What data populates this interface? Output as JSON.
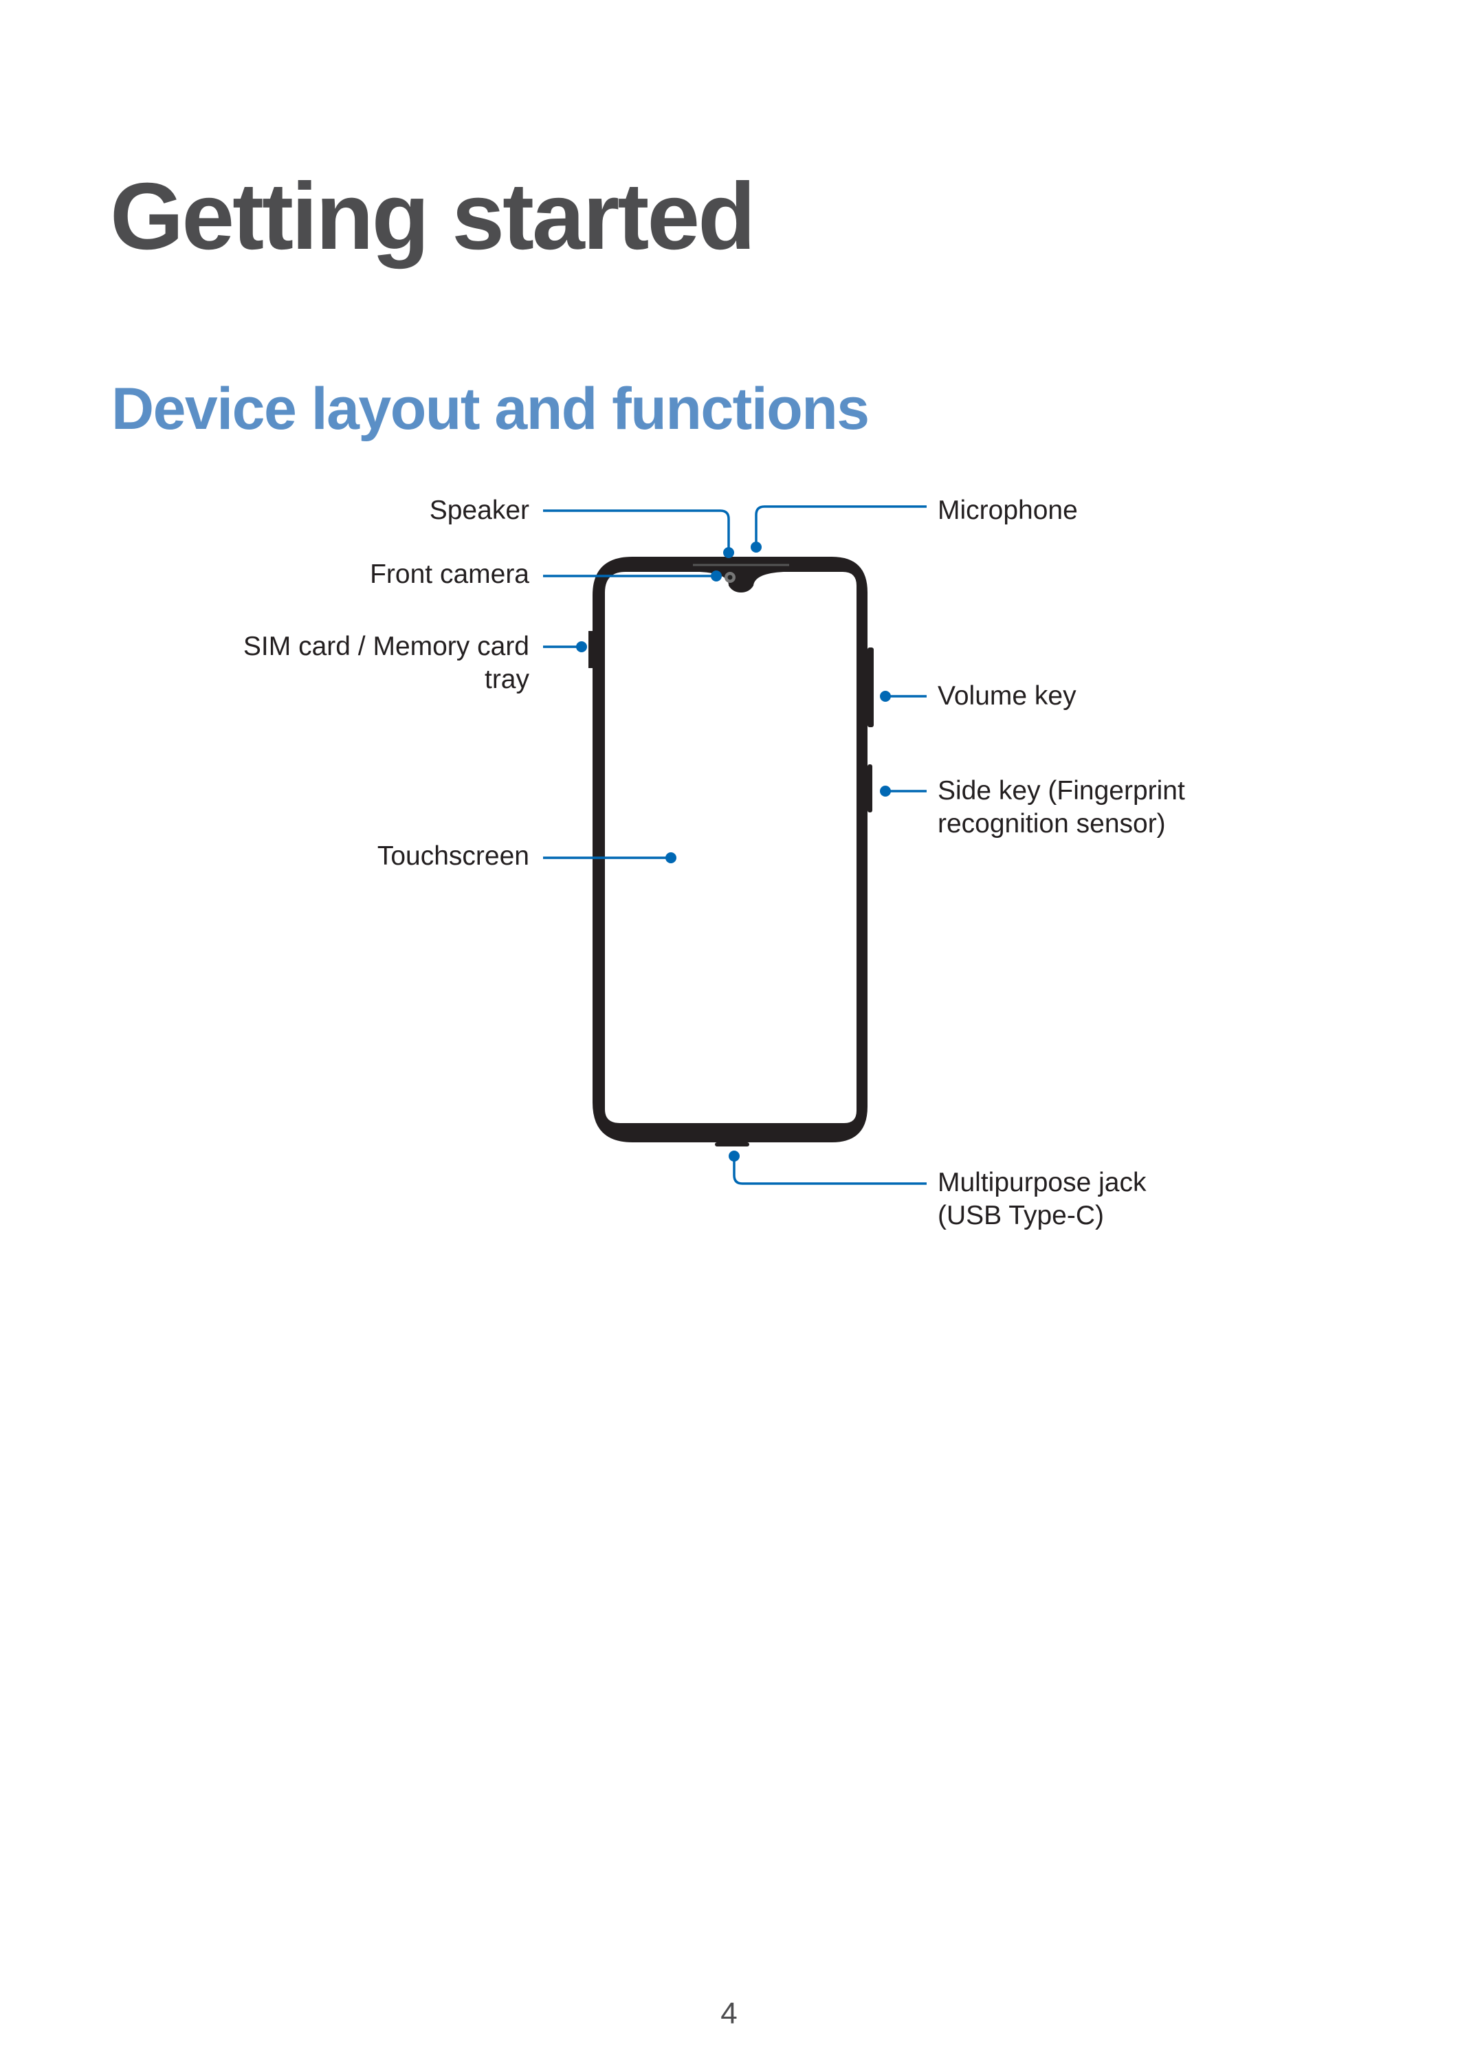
{
  "chapter": {
    "title": "Getting started"
  },
  "section": {
    "title": "Device layout and functions"
  },
  "diagram": {
    "accent_color": "#0068b4",
    "device_color": "#231f20",
    "callouts": {
      "speaker": "Speaker",
      "front_camera": "Front camera",
      "sim_tray_line1": "SIM card / Memory card",
      "sim_tray_line2": "tray",
      "touchscreen": "Touchscreen",
      "microphone": "Microphone",
      "volume_key": "Volume key",
      "side_key_line1": "Side key (Fingerprint",
      "side_key_line2": "recognition sensor)",
      "multipurpose_jack_line1": "Multipurpose jack",
      "multipurpose_jack_line2": "(USB Type-C)"
    }
  },
  "footer": {
    "page_number": "4"
  }
}
